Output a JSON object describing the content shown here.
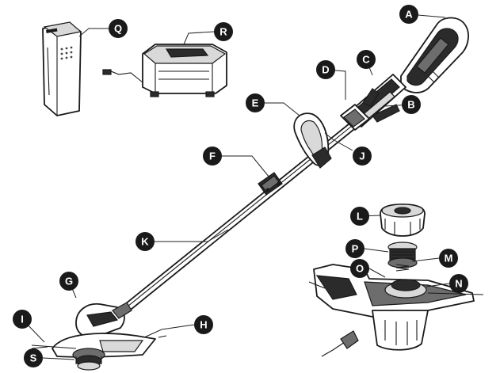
{
  "callouts": [
    {
      "id": "A",
      "label": "A"
    },
    {
      "id": "B",
      "label": "B"
    },
    {
      "id": "C",
      "label": "C"
    },
    {
      "id": "D",
      "label": "D"
    },
    {
      "id": "E",
      "label": "E"
    },
    {
      "id": "F",
      "label": "F"
    },
    {
      "id": "G",
      "label": "G"
    },
    {
      "id": "H",
      "label": "H"
    },
    {
      "id": "I",
      "label": "I"
    },
    {
      "id": "J",
      "label": "J"
    },
    {
      "id": "K",
      "label": "K"
    },
    {
      "id": "L",
      "label": "L"
    },
    {
      "id": "M",
      "label": "M"
    },
    {
      "id": "N",
      "label": "N"
    },
    {
      "id": "O",
      "label": "O"
    },
    {
      "id": "P",
      "label": "P"
    },
    {
      "id": "Q",
      "label": "Q"
    },
    {
      "id": "R",
      "label": "R"
    },
    {
      "id": "S",
      "label": "S"
    }
  ]
}
